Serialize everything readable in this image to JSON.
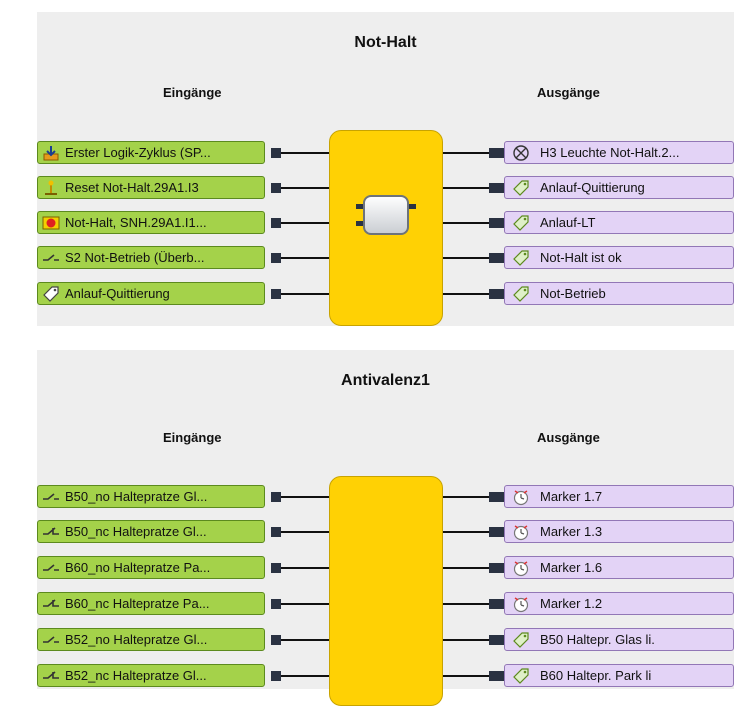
{
  "block1": {
    "title": "Not-Halt",
    "inputs_label": "Eingänge",
    "outputs_label": "Ausgänge",
    "inputs": [
      {
        "label": "Erster Logik-Zyklus (SP...",
        "icon": "download-tray-icon"
      },
      {
        "label": "Reset Not-Halt.29A1.I3",
        "icon": "reset-button-icon"
      },
      {
        "label": "Not-Halt, SNH.29A1.I1...",
        "icon": "emergency-stop-icon"
      },
      {
        "label": "S2 Not-Betrieb (Überb...",
        "icon": "switch-contact-icon"
      },
      {
        "label": "Anlauf-Quittierung",
        "icon": "tag-icon"
      }
    ],
    "outputs": [
      {
        "label": "H3 Leuchte Not-Halt.2...",
        "icon": "lamp-icon"
      },
      {
        "label": "Anlauf-Quittierung",
        "icon": "tag-icon"
      },
      {
        "label": "Anlauf-LT",
        "icon": "tag-icon"
      },
      {
        "label": "Not-Halt ist ok",
        "icon": "tag-icon"
      },
      {
        "label": "Not-Betrieb",
        "icon": "tag-icon"
      }
    ]
  },
  "block2": {
    "title": "Antivalenz1",
    "inputs_label": "Eingänge",
    "outputs_label": "Ausgänge",
    "inputs": [
      {
        "label": "B50_no Haltepratze Gl...",
        "icon": "no-contact-icon"
      },
      {
        "label": "B50_nc Haltepratze Gl...",
        "icon": "nc-contact-icon"
      },
      {
        "label": "B60_no Haltepratze Pa...",
        "icon": "no-contact-icon"
      },
      {
        "label": "B60_nc Haltepratze Pa...",
        "icon": "nc-contact-icon"
      },
      {
        "label": "B52_no Haltepratze Gl...",
        "icon": "no-contact-icon"
      },
      {
        "label": "B52_nc Haltepratze Gl...",
        "icon": "nc-contact-icon"
      }
    ],
    "outputs": [
      {
        "label": "Marker 1.7",
        "icon": "marker-clock-icon"
      },
      {
        "label": "Marker 1.3",
        "icon": "marker-clock-icon"
      },
      {
        "label": "Marker 1.6",
        "icon": "marker-clock-icon"
      },
      {
        "label": "Marker 1.2",
        "icon": "marker-clock-icon"
      },
      {
        "label": "B50 Haltepr. Glas li.",
        "icon": "tag-icon"
      },
      {
        "label": "B60 Haltepr. Park li",
        "icon": "tag-icon"
      }
    ]
  },
  "colors": {
    "input_fill": "#a4d24a",
    "output_fill": "#e3d3f6",
    "function_block": "#ffd104",
    "connector": "#2a3242"
  }
}
